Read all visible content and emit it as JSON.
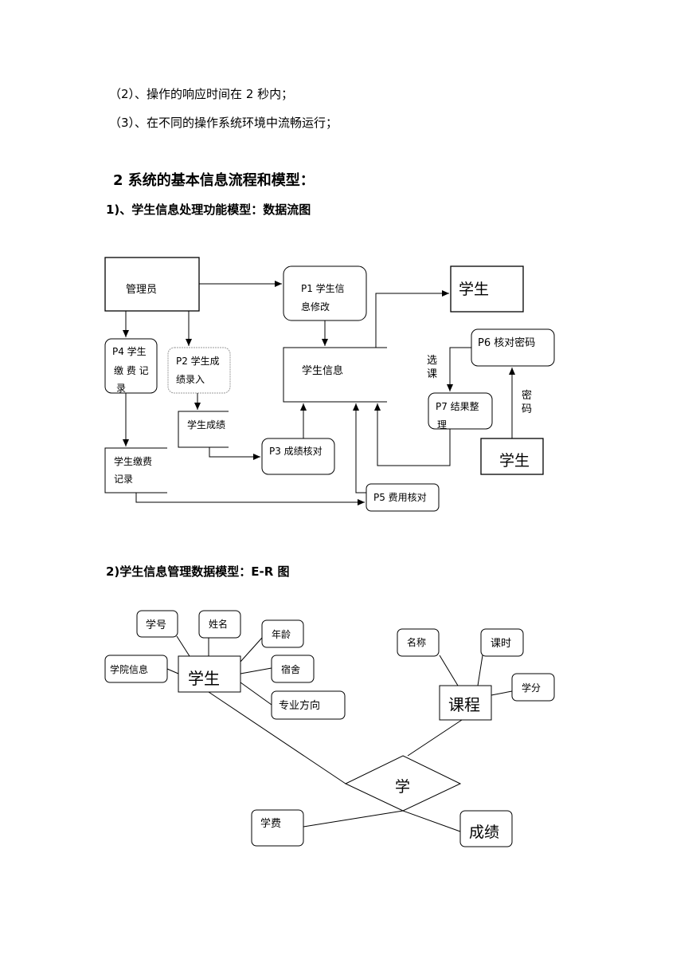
{
  "doc": {
    "line1": "（2）、操作的响应时间在 2 秒内；",
    "line2": "（3）、在不同的操作系统环境中流畅运行；",
    "heading": "2  系统的基本信息流程和模型：",
    "sub1": "1)、学生信息处理功能模型：数据流图",
    "sub2": "2)学生信息管理数据模型：E-R 图"
  },
  "dfd": {
    "admin": "管理员",
    "p1_l1": "P1 学生信",
    "p1_l2": "息修改",
    "student_top": "学生",
    "p4_l1": "P4 学生",
    "p4_l2": "缴 费 记",
    "p4_l3": "录",
    "p2_l1": "P2 学生成",
    "p2_l2": "绩录入",
    "info_store": "学生信息",
    "select_1": "选",
    "select_2": "课",
    "p6": "P6 核对密码",
    "p7_l1": "P7 结果整",
    "p7_l2": "理",
    "password_1": "密",
    "password_2": "码",
    "grade_store": "学生成绩",
    "p3": "P3 成绩核对",
    "student_bottom": "学生",
    "fee_store_l1": "学生缴费",
    "fee_store_l2": "记录",
    "p5": "P5 费用核对"
  },
  "er": {
    "xuehao": "学号",
    "xingming": "姓名",
    "nianling": "年龄",
    "xueyuan": "学院信息",
    "student": "学生",
    "sushe": "宿舍",
    "zhuanye": "专业方向",
    "mingcheng": "名称",
    "keshi": "课时",
    "xuefen": "学分",
    "course": "课程",
    "relation": "学",
    "xuefei": "学费",
    "chengji": "成绩"
  }
}
